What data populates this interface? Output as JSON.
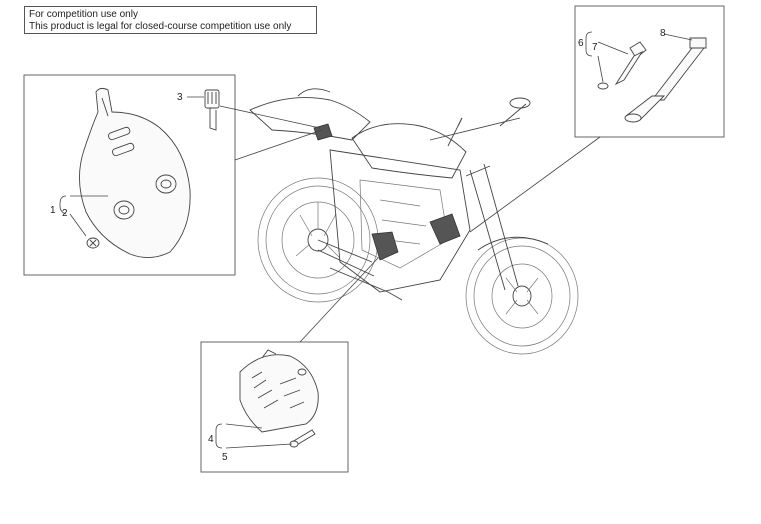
{
  "notice": {
    "line1": "For competition use only",
    "line2": "This product is legal for closed-course competition use only"
  },
  "callouts": {
    "c1": "1",
    "c2": "2",
    "c3": "3",
    "c4": "4",
    "c5": "5",
    "c6": "6",
    "c7": "7",
    "c8": "8"
  }
}
